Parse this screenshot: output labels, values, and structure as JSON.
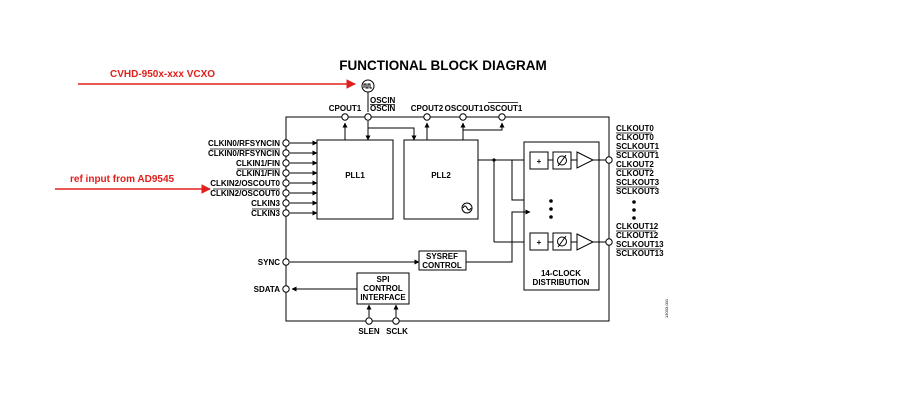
{
  "title": "FUNCTIONAL BLOCK DIAGRAM",
  "annotations": {
    "vcxo": "CVHD-950x-xxx  VCXO",
    "ref_input": "ref input from AD9545",
    "color": "#e0201c"
  },
  "top_pins": {
    "osc_in_1": "OSCIN",
    "osc_in_2": "OSCIN",
    "cpout1": "CPOUT1",
    "cpout2": "CPOUT2",
    "oscout1": "OSCOUT1",
    "oscout1_bar": "OSCOUT1"
  },
  "inputs": [
    {
      "label": "CLKIN0/RFSYNCIN",
      "overline": false
    },
    {
      "label": "CLKIN0/RFSYNCIN",
      "overline": true
    },
    {
      "label": "CLKIN1/FIN",
      "overline": false
    },
    {
      "label": "CLKIN1/FIN",
      "overline": true
    },
    {
      "label": "CLKIN2/OSCOUT0",
      "overline": false
    },
    {
      "label": "CLKIN2/OSCOUT0",
      "overline": true
    },
    {
      "label": "CLKIN3",
      "overline": false
    },
    {
      "label": "CLKIN3",
      "overline": true
    }
  ],
  "blocks": {
    "pll1": "PLL1",
    "pll2": "PLL2",
    "sysref_1": "SYSREF",
    "sysref_2": "CONTROL",
    "spi_1": "SPI",
    "spi_2": "CONTROL",
    "spi_3": "INTERFACE",
    "dist_1": "14-CLOCK",
    "dist_2": "DISTRIBUTION",
    "adder_symbol": "+"
  },
  "left_pins": {
    "sync": "SYNC",
    "sdata": "SDATA"
  },
  "bottom_pins": {
    "slen": "SLEN",
    "sclk": "SCLK"
  },
  "outputs_top": [
    {
      "label": "CLKOUT0",
      "overline": false
    },
    {
      "label": "CLKOUT0",
      "overline": true
    },
    {
      "label": "SCLKOUT1",
      "overline": false
    },
    {
      "label": "SCLKOUT1",
      "overline": true
    },
    {
      "label": "CLKOUT2",
      "overline": false
    },
    {
      "label": "CLKOUT2",
      "overline": true
    },
    {
      "label": "SCLKOUT3",
      "overline": false
    },
    {
      "label": "SCLKOUT3",
      "overline": true
    }
  ],
  "outputs_bottom": [
    {
      "label": "CLKOUT12",
      "overline": false
    },
    {
      "label": "CLKOUT12",
      "overline": true
    },
    {
      "label": "SCLKOUT13",
      "overline": false
    },
    {
      "label": "SCLKOUT13",
      "overline": true
    }
  ],
  "figure_code": "13033-001"
}
